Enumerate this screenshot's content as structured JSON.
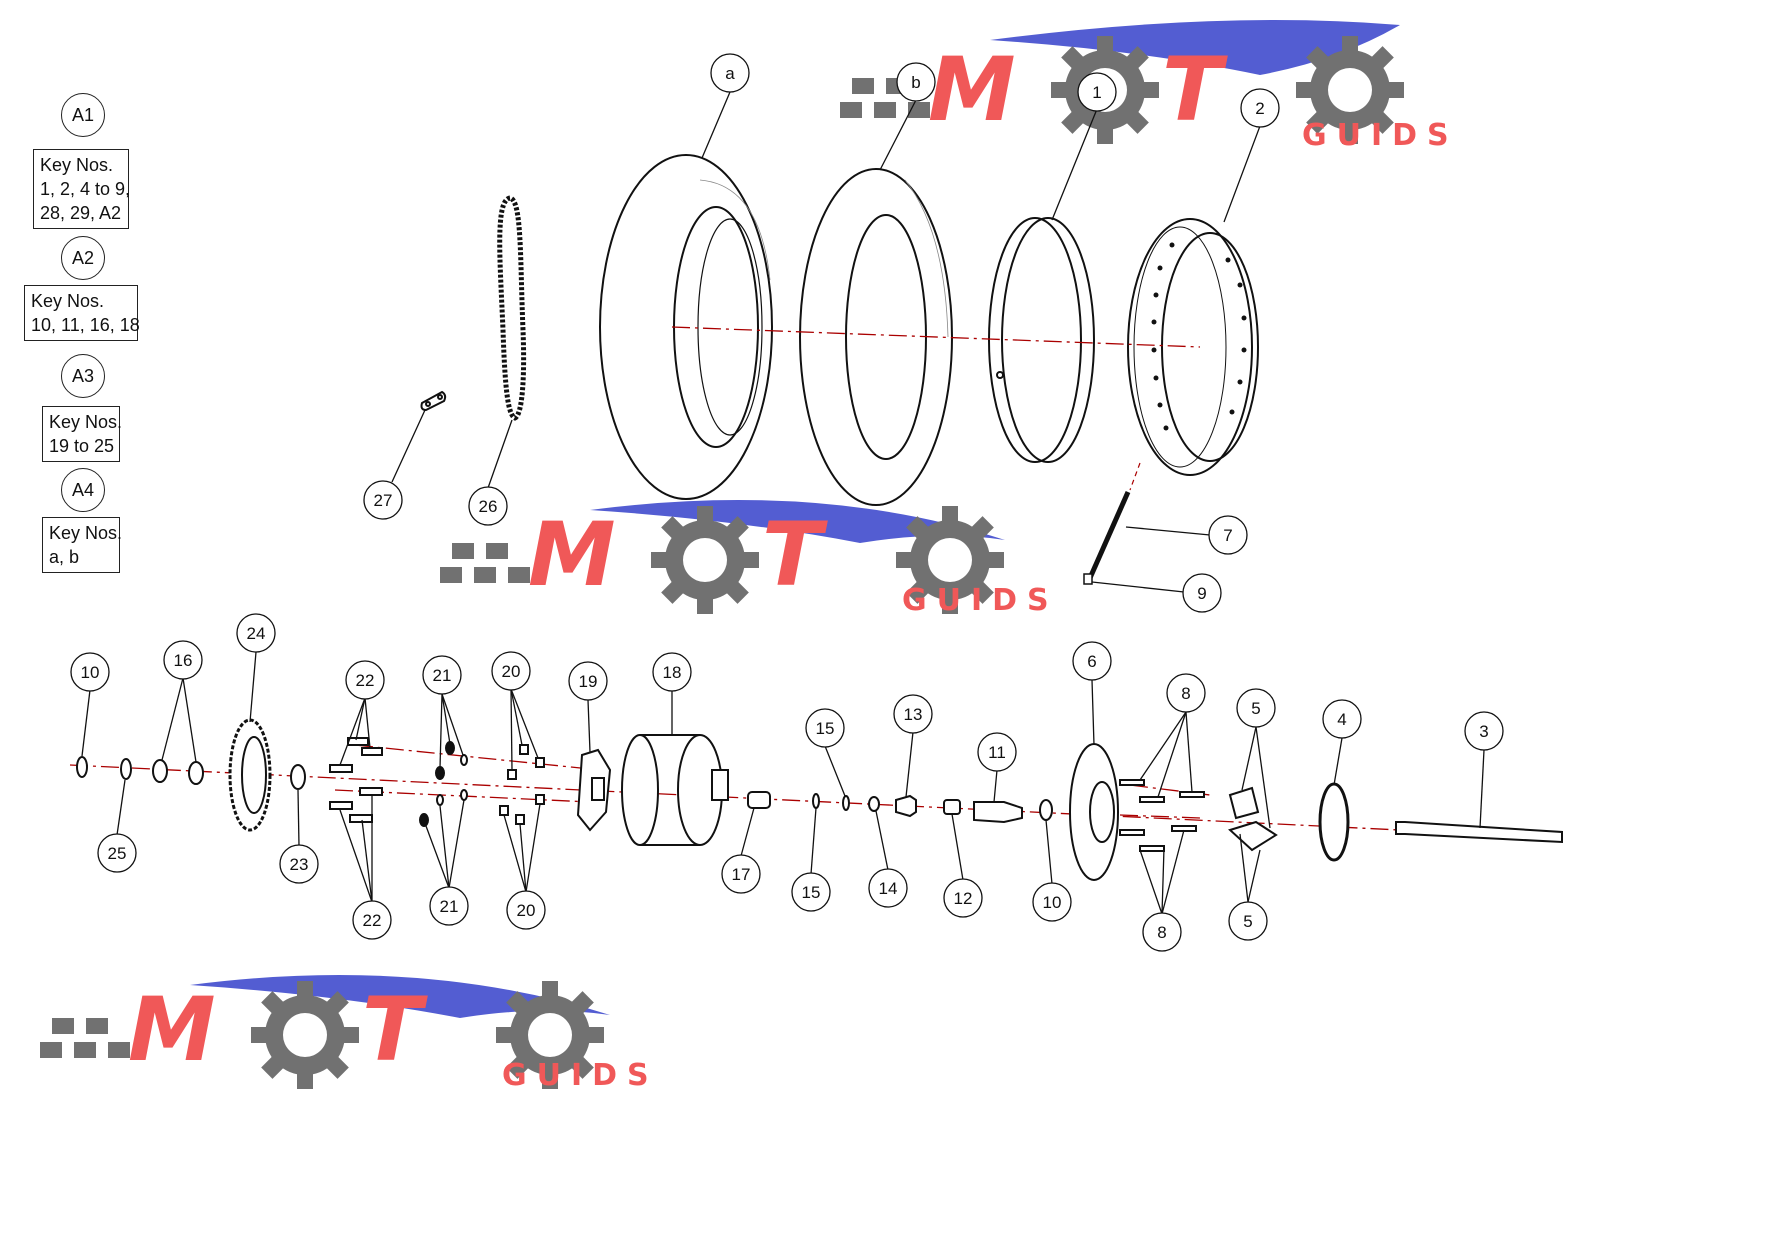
{
  "legend": {
    "groups": [
      {
        "id": "A1",
        "text": "Key Nos.\n1, 2, 4 to 9,\n28, 29, A2"
      },
      {
        "id": "A2",
        "text": "Key Nos.\n10, 11, 16, 18"
      },
      {
        "id": "A3",
        "text": "Key Nos.\n19 to 25"
      },
      {
        "id": "A4",
        "text": "Key Nos.\na, b"
      }
    ]
  },
  "callouts": {
    "a": "a",
    "b": "b",
    "1": "1",
    "2": "2",
    "7": "7",
    "9": "9",
    "26": "26",
    "27": "27",
    "10L": "10",
    "25": "25",
    "16": "16",
    "24": "24",
    "23": "23",
    "22T": "22",
    "22B": "22",
    "21T": "21",
    "21B": "21",
    "20T": "20",
    "20B": "20",
    "19": "19",
    "18": "18",
    "17": "17",
    "15T": "15",
    "15B": "15",
    "14": "14",
    "13": "13",
    "12": "12",
    "11": "11",
    "10R": "10",
    "6": "6",
    "8T": "8",
    "8B": "8",
    "5T": "5",
    "5B": "5",
    "4": "4",
    "3": "3"
  },
  "watermark": {
    "brand": "MOTO",
    "sub": "GUIDS",
    "colors": {
      "red": "#f05050",
      "blue": "#4a55d0",
      "gray": "#6a6a6a"
    }
  }
}
